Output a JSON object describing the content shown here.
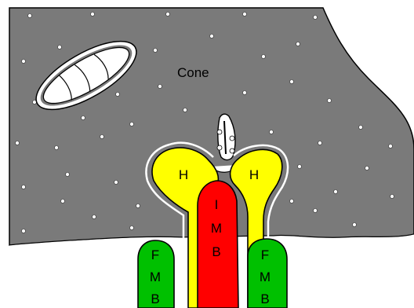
{
  "labels": {
    "cone": "Cone",
    "horizontal_left": "H",
    "horizontal_right": "H",
    "invaginating_midget_bipolar": [
      "I",
      "M",
      "B"
    ],
    "flat_midget_bipolar_left": [
      "F",
      "M",
      "B"
    ],
    "flat_midget_bipolar_right": [
      "F",
      "M",
      "B"
    ]
  },
  "colors": {
    "cone_fill": "#7a7a7a",
    "horizontal_fill": "#ffff00",
    "imb_fill": "#ff0000",
    "fmb_fill": "#00c000",
    "outline": "#000000",
    "halo": "#ffffff",
    "background": "#ffffff"
  }
}
